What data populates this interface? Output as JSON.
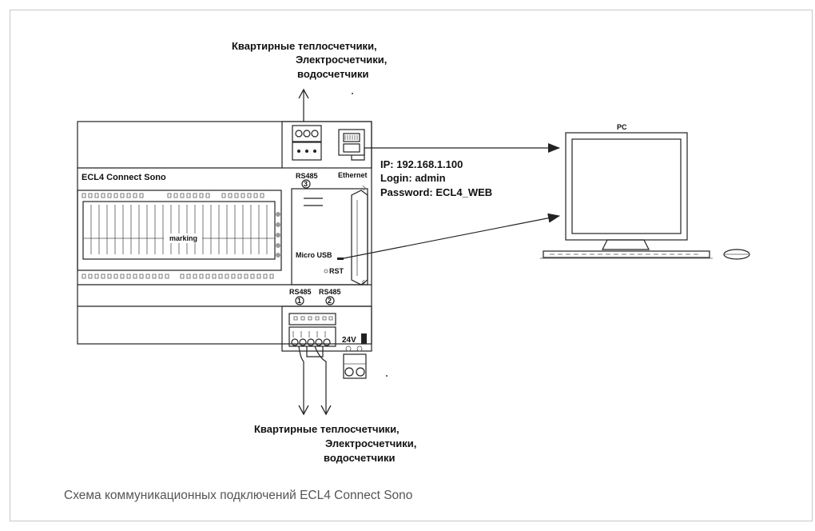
{
  "meters_top": {
    "line1": "Квартирные теплосчетчики,",
    "line2": "Электросчетчики,",
    "line3": "водосчетчики"
  },
  "meters_bottom": {
    "line1": "Квартирные теплосчетчики,",
    "line2": "Электросчетчики,",
    "line3": "водосчетчики"
  },
  "device": {
    "name": "ECL4 Connect Sono",
    "marking": "marking",
    "port_rs485_3": "RS485",
    "port_rs485_1": "RS485",
    "port_rs485_2": "RS485",
    "num_3": "3",
    "num_1": "1",
    "num_2": "2",
    "ethernet": "Ethernet",
    "micro_usb": "Micro USB",
    "rst": "RST",
    "power": "24V"
  },
  "network": {
    "ip": "IP:   192.168.1.100",
    "login": "Login: admin",
    "password": "Password: ECL4_WEB"
  },
  "pc_label": "PC",
  "caption": "Схема коммуникационных подключений ECL4 Connect Sono"
}
